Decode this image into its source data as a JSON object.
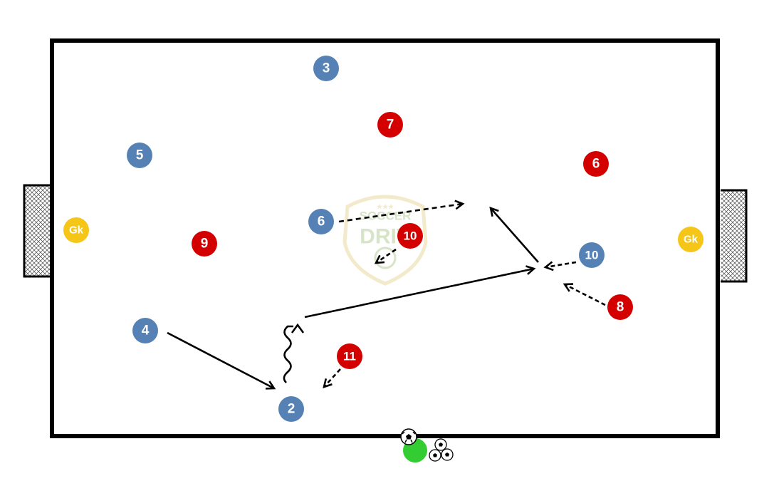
{
  "colors": {
    "pitch_line": "#000000",
    "team_blue": "#5681b5",
    "team_red": "#d40000",
    "goalkeeper": "#f5c518",
    "cone_green": "#33cc33",
    "watermark": "#e9d9a0",
    "watermark_text": "#b9cf9c"
  },
  "watermark": {
    "line1": "SOCCER",
    "line2": "DRIV",
    "stars": "★★★"
  },
  "players": {
    "blue": [
      {
        "id": "blue-3",
        "label": "3"
      },
      {
        "id": "blue-5",
        "label": "5"
      },
      {
        "id": "blue-6",
        "label": "6"
      },
      {
        "id": "blue-10",
        "label": "10"
      },
      {
        "id": "blue-4",
        "label": "4"
      },
      {
        "id": "blue-2",
        "label": "2"
      }
    ],
    "red": [
      {
        "id": "red-7",
        "label": "7"
      },
      {
        "id": "red-6",
        "label": "6"
      },
      {
        "id": "red-9",
        "label": "9"
      },
      {
        "id": "red-10",
        "label": "10"
      },
      {
        "id": "red-8",
        "label": "8"
      },
      {
        "id": "red-11",
        "label": "11"
      }
    ],
    "goalkeepers": [
      {
        "id": "gk-left",
        "label": "Gk"
      },
      {
        "id": "gk-right",
        "label": "Gk"
      }
    ]
  },
  "actions": [
    {
      "id": "pass-4-to-2",
      "type": "pass"
    },
    {
      "id": "dribble-2",
      "type": "dribble"
    },
    {
      "id": "pass-2-to-10",
      "type": "pass"
    },
    {
      "id": "pass-10-forward",
      "type": "pass"
    },
    {
      "id": "run-6",
      "type": "run"
    },
    {
      "id": "run-10-blue",
      "type": "run"
    },
    {
      "id": "run-8-red",
      "type": "run"
    },
    {
      "id": "run-11-red",
      "type": "run"
    },
    {
      "id": "run-10-red",
      "type": "run"
    }
  ],
  "icons": [
    "goal-net-icon",
    "soccer-ball-icon",
    "cone-icon"
  ]
}
